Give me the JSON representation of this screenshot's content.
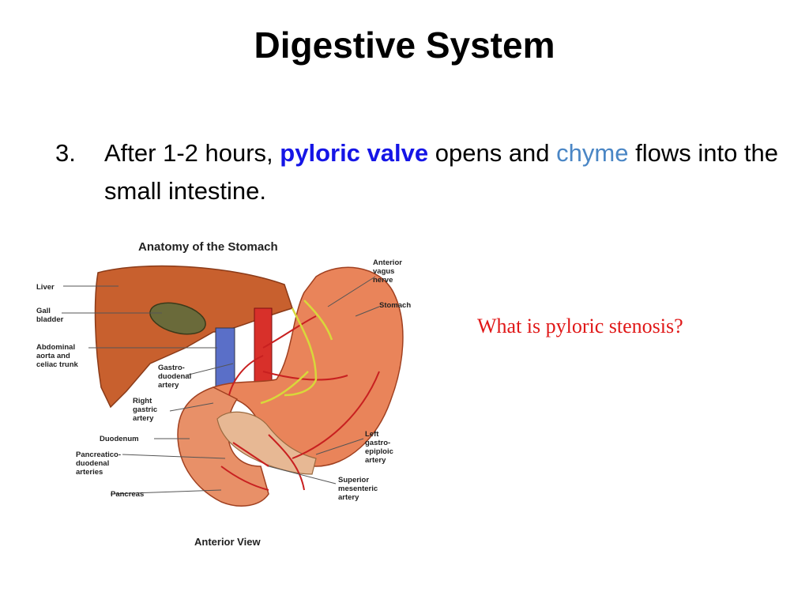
{
  "slide": {
    "title": "Digestive System",
    "bullet": {
      "number": "3.",
      "text_1": "After 1-2 hours, ",
      "highlight_1": "pyloric valve",
      "text_2": " opens and ",
      "highlight_2": "chyme",
      "text_3": " flows into the small intestine."
    },
    "question": "What is pyloric stenosis?"
  },
  "figure": {
    "title": "Anatomy of the Stomach",
    "caption": "Anterior View",
    "labels": {
      "liver": "Liver",
      "gall_bladder": [
        "Gall",
        "bladder"
      ],
      "aorta": [
        "Abdominal",
        "aorta and",
        "celiac trunk"
      ],
      "gastroduodenal": [
        "Gastro-",
        "duodenal",
        "artery"
      ],
      "right_gastric": [
        "Right",
        "gastric",
        "artery"
      ],
      "duodenum": "Duodenum",
      "pancreaticoduodenal": [
        "Pancreatico-",
        "duodenal",
        "arteries"
      ],
      "pancreas": "Pancreas",
      "vagus": [
        "Anterior",
        "vagus",
        "nerve"
      ],
      "stomach": "Stomach",
      "gastroepiploic": [
        "Left",
        "gastro-",
        "epiploic",
        "artery"
      ],
      "mesenteric": [
        "Superior",
        "mesenteric",
        "artery"
      ]
    }
  },
  "colors": {
    "highlight_dark_blue": "#1515e6",
    "highlight_light_blue": "#4a86c5",
    "question_red": "#e01818"
  }
}
